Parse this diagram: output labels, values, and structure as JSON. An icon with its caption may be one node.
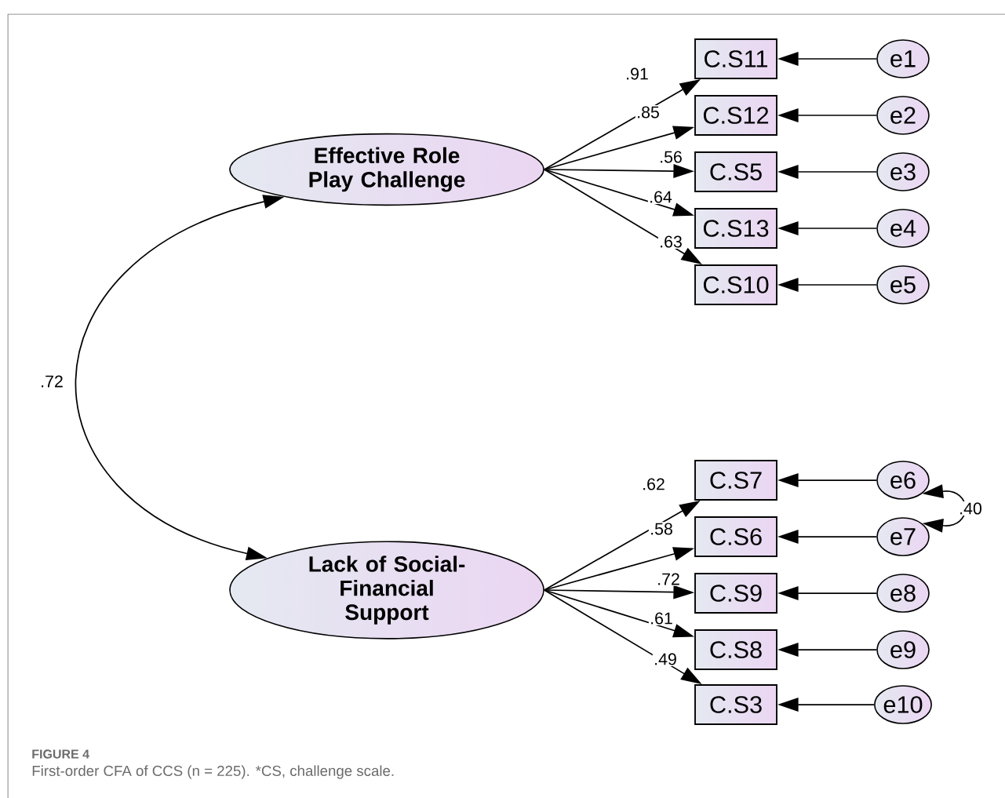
{
  "diagram": {
    "title": "FIGURE 4",
    "caption": "First-order CFA of CCS (n = 225). *CS, challenge scale.",
    "nodes": [
      {
        "text": [
          "Effective Role Play Challenge"
        ]
      },
      {
        "text": [
          "Lack of Social- Financial Support"
        ]
      },
      {
        "text": [
          "C.S11"
        ]
      },
      {
        "text": [
          "C.S12"
        ]
      },
      {
        "text": [
          "C.S5"
        ]
      },
      {
        "text": [
          "C.S13"
        ]
      },
      {
        "text": [
          "C.S10"
        ]
      },
      {
        "text": [
          "C.S7"
        ]
      },
      {
        "text": [
          "C.S6"
        ]
      },
      {
        "text": [
          "C.S9"
        ]
      },
      {
        "text": [
          "C.S8"
        ]
      },
      {
        "text": [
          "C.S3"
        ]
      },
      {
        "text": [
          "e1"
        ]
      },
      {
        "text": [
          "e2"
        ]
      },
      {
        "text": [
          "e3"
        ]
      },
      {
        "text": [
          "e4"
        ]
      },
      {
        "text": [
          "e5"
        ]
      },
      {
        "text": [
          "e6"
        ]
      },
      {
        "text": [
          "e7"
        ]
      },
      {
        "text": [
          "e8"
        ]
      },
      {
        "text": [
          "e9"
        ]
      },
      {
        "text": [
          "e10"
        ]
      }
    ],
    "edges": [
      {
        "from": 0,
        "to": 2,
        "arrow": "to",
        "label": ".91"
      },
      {
        "from": 0,
        "to": 3,
        "arrow": "to",
        "label": ".85"
      },
      {
        "from": 0,
        "to": 4,
        "arrow": "to",
        "label": ".56"
      },
      {
        "from": 0,
        "to": 5,
        "arrow": "to",
        "label": ".64"
      },
      {
        "from": 0,
        "to": 6,
        "arrow": "to",
        "label": ".63"
      },
      {
        "from": 1,
        "to": 7,
        "arrow": "to",
        "label": ".62"
      },
      {
        "from": 1,
        "to": 8,
        "arrow": "to",
        "label": ".58"
      },
      {
        "from": 1,
        "to": 9,
        "arrow": "to",
        "label": ".72"
      },
      {
        "from": 1,
        "to": 10,
        "arrow": "to",
        "label": ".61"
      },
      {
        "from": 1,
        "to": 11,
        "arrow": "to",
        "label": ".49"
      },
      {
        "from": 12,
        "to": 2,
        "arrow": "to"
      },
      {
        "from": 13,
        "to": 3,
        "arrow": "to"
      },
      {
        "from": 14,
        "to": 4,
        "arrow": "to"
      },
      {
        "from": 15,
        "to": 5,
        "arrow": "to"
      },
      {
        "from": 16,
        "to": 6,
        "arrow": "to"
      },
      {
        "from": 17,
        "to": 7,
        "arrow": "to"
      },
      {
        "from": 18,
        "to": 8,
        "arrow": "to"
      },
      {
        "from": 19,
        "to": 9,
        "arrow": "to"
      },
      {
        "from": 20,
        "to": 10,
        "arrow": "to"
      },
      {
        "from": 21,
        "to": 11,
        "arrow": "to"
      },
      {
        "from": 0,
        "to": 1,
        "arrow": "both",
        "label": ".72"
      },
      {
        "from": 17,
        "to": 18,
        "arrow": "both",
        "label": ".40"
      }
    ]
  }
}
